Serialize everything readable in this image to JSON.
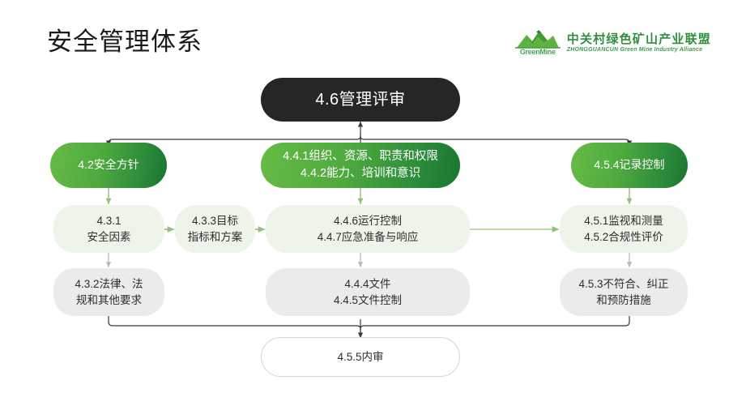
{
  "header": {
    "title": "安全管理体系",
    "logo": {
      "mark_text": "GreenMine",
      "chinese_name": "中关村绿色矿山产业联盟",
      "english_name": "ZHONGGUANCUN Green Mine Industry Alliance"
    }
  },
  "colors": {
    "dark_node": "#262626",
    "green_start": "#67bb45",
    "green_end": "#187530",
    "pale_node": "#edf4e9",
    "gray_node": "#ebebeb",
    "connector_dark": "#3a3a3a",
    "connector_green": "#8dc07a",
    "brand_green": "#2f8f3e"
  },
  "diagram": {
    "review_node": {
      "label": "4.6管理评审"
    },
    "pillars": [
      {
        "id": "policy",
        "label": "4.2安全方针"
      },
      {
        "id": "organization",
        "label": "4.4.1组织、资源、职责和权限\n4.4.2能力、培训和意识"
      },
      {
        "id": "records",
        "label": "4.5.4记录控制"
      }
    ],
    "row_middle": [
      {
        "id": "factors",
        "label": "4.3.1\n安全因素"
      },
      {
        "id": "objectives",
        "label": "4.3.3目标\n指标和方案"
      },
      {
        "id": "operation",
        "label": "4.4.6运行控制\n4.4.7应急准备与响应"
      },
      {
        "id": "monitoring",
        "label": "4.5.1监视和测量\n4.5.2合规性评价"
      }
    ],
    "row_lower": [
      {
        "id": "legal",
        "label": "4.3.2法律、法\n规和其他要求"
      },
      {
        "id": "documents",
        "label": "4.4.4文件\n4.4.5文件控制"
      },
      {
        "id": "nonconformity",
        "label": "4.5.3不符合、纠正\n和预防措施"
      }
    ],
    "audit_node": {
      "label": "4.5.5内审"
    }
  }
}
